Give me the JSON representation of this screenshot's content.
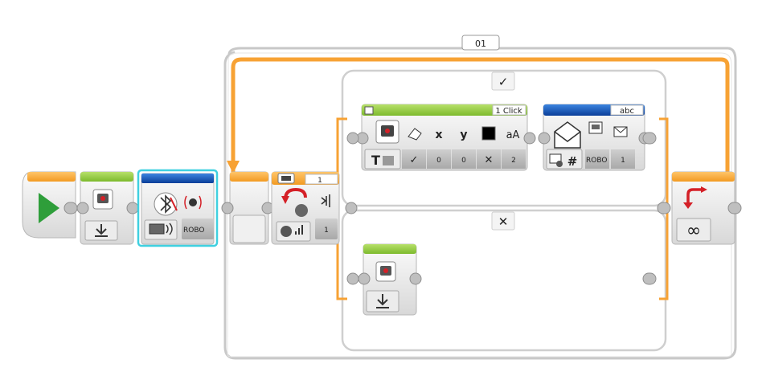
{
  "program": {
    "loop_label": "01",
    "switch": {
      "true_case_label": "✓",
      "false_case_label": "✕"
    },
    "sensor_block": {
      "port": "1"
    },
    "display_block": {
      "mode_label": "1 Click",
      "params": {
        "clear": "✓",
        "x": "0",
        "y": "0",
        "color": "✕",
        "font": "2"
      },
      "param_icons": {
        "x": "x",
        "y": "y",
        "font": "aA"
      }
    },
    "messaging_block": {
      "mode_label": "abc",
      "receiver": "ROBO",
      "message": "1"
    },
    "bluetooth_block": {
      "receiver": "ROBO"
    },
    "brick_sensor_value": "1",
    "loop_end_symbol": "∞"
  },
  "colors": {
    "orange": "#f7a234",
    "green": "#8cc63f",
    "blue": "#1a5fb4",
    "cyan": "#3fd0e0",
    "red": "#d42027",
    "play_green": "#2e9e3a"
  }
}
